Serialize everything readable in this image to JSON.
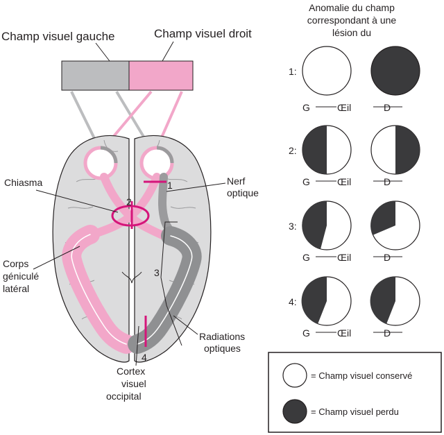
{
  "fields": {
    "left_label": "Champ visuel gauche",
    "right_label": "Champ visuel droit"
  },
  "anatomy": {
    "chiasma": "Chiasma",
    "optic_nerve_line1": "Nerf",
    "optic_nerve_line2": "optique",
    "lgn_line1": "Corps",
    "lgn_line2": "géniculé",
    "lgn_line3": "latéral",
    "radiations_line1": "Radiations",
    "radiations_line2": "optiques",
    "cortex_line1": "Cortex",
    "cortex_line2": "visuel",
    "cortex_line3": "occipital"
  },
  "lesion_markers": [
    "1",
    "2",
    "3",
    "4"
  ],
  "anomaly_header": {
    "line1": "Anomalie du champ",
    "line2": "correspondant à une",
    "line3": "lésion du"
  },
  "rows": [
    {
      "label": "1:",
      "left": "G",
      "mid": "Œil",
      "right": "D"
    },
    {
      "label": "2:",
      "left": "G",
      "mid": "Œil",
      "right": "D"
    },
    {
      "label": "3:",
      "left": "G",
      "mid": "Œil",
      "right": "D"
    },
    {
      "label": "4:",
      "left": "G",
      "mid": "Œil",
      "right": "D"
    }
  ],
  "legend": {
    "preserved": "= Champ visuel conservé",
    "lost": "= Champ visuel perdu"
  },
  "colors": {
    "pink": "#f2a7c9",
    "magenta": "#d4157a",
    "gray": "#bcbdbf",
    "dark_gray": "#7d7e80",
    "brain": "#dcdcdd",
    "dark_fill": "#3a3a3c"
  }
}
